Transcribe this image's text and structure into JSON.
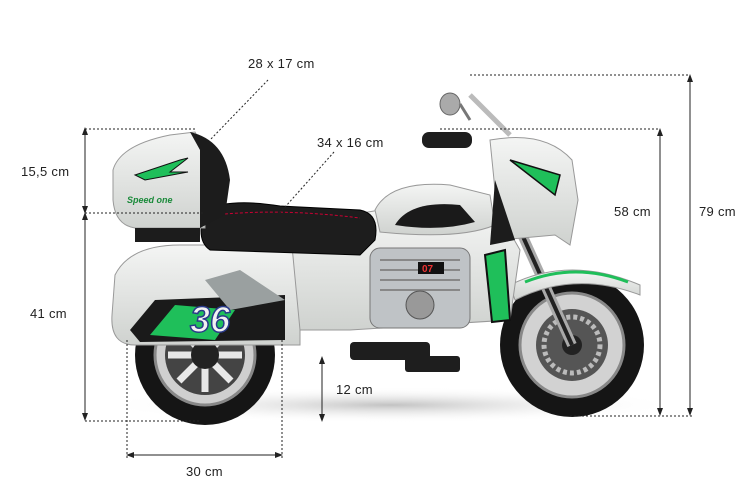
{
  "diagram": {
    "subject": "Kids electric ride-on motorcycle (side view)",
    "decal_number": "36",
    "trunk_text": "Speed one",
    "engine_badge": "07",
    "accent_color": "#1fbf5a",
    "body_color": "#e6e8e6",
    "dark_color": "#1c1c1c"
  },
  "dimensions": {
    "top_case_size": "28 x 17 cm",
    "seat_size": "34 x 16 cm",
    "top_case_height": "15,5 cm",
    "seat_height": "41 cm",
    "ground_clearance": "12 cm",
    "rear_wheel_diameter": "30 cm",
    "handlebar_height": "58 cm",
    "total_height": "79 cm"
  }
}
